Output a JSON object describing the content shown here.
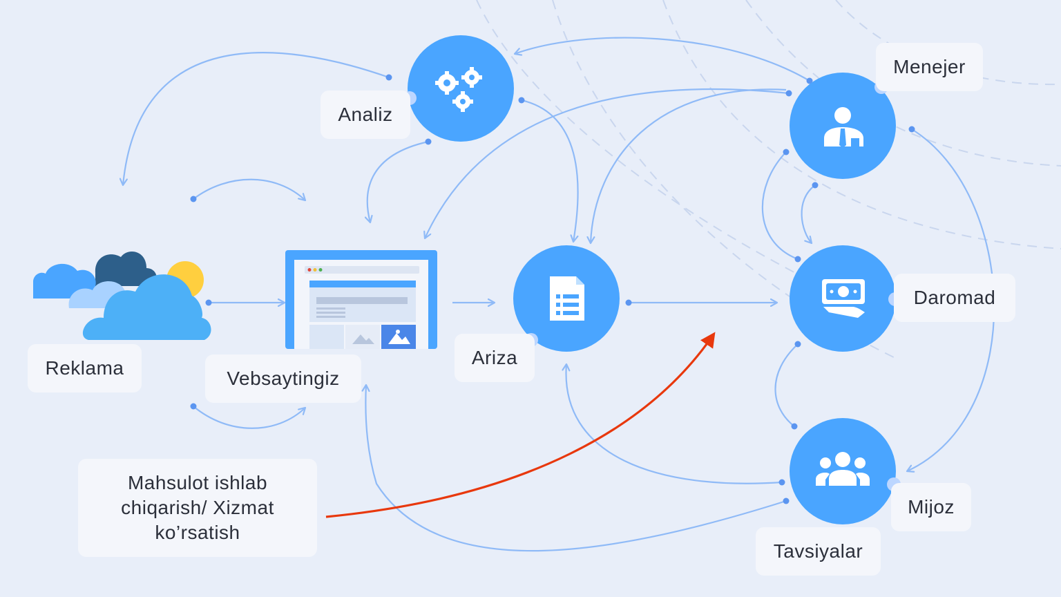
{
  "labels": {
    "reklama": "Reklama",
    "vebsayt": "Vebsaytingiz",
    "analiz": "Analiz",
    "ariza": "Ariza",
    "menejer": "Menejer",
    "daromad": "Daromad",
    "mijoz": "Mijoz",
    "tavsiyalar": "Tavsiyalar",
    "mahsulot": "Mahsulot ishlab chiqarish/ Xizmat ko’rsatish"
  },
  "icons": {
    "reklama": "clouds-sun-icon",
    "vebsayt": "website-browser-icon",
    "analiz": "gears-icon",
    "ariza": "form-document-icon",
    "menejer": "manager-person-icon",
    "daromad": "money-hand-icon",
    "mijoz": "customers-group-icon"
  },
  "colors": {
    "background": "#e8eef9",
    "node": "#4aa5ff",
    "connector": "#8fbaf7",
    "highlight_arrow": "#e8380d",
    "label_bg": "#f4f6fb"
  }
}
